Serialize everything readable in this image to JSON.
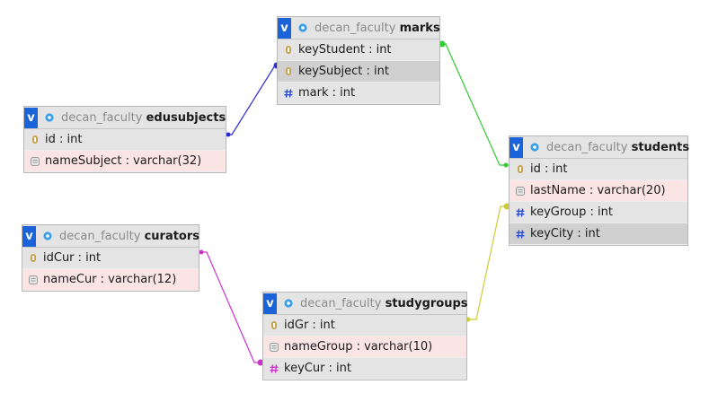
{
  "tables": [
    {
      "database": "decan_faculty",
      "name": "marks",
      "collapse_label": "v",
      "columns": [
        {
          "text": "keyStudent : int",
          "icon": "key-icon"
        },
        {
          "text": "keySubject : int",
          "icon": "key-icon"
        },
        {
          "text": "mark : int",
          "icon": "hash-icon"
        }
      ]
    },
    {
      "database": "decan_faculty",
      "name": "edusubjects",
      "collapse_label": "v",
      "columns": [
        {
          "text": "id : int",
          "icon": "key-icon"
        },
        {
          "text": "nameSubject : varchar(32)",
          "icon": "text-icon"
        }
      ]
    },
    {
      "database": "decan_faculty",
      "name": "students",
      "collapse_label": "v",
      "columns": [
        {
          "text": "id : int",
          "icon": "key-icon"
        },
        {
          "text": "lastName : varchar(20)",
          "icon": "text-icon"
        },
        {
          "text": "keyGroup : int",
          "icon": "hash-icon"
        },
        {
          "text": "keyCity : int",
          "icon": "hash-icon"
        }
      ]
    },
    {
      "database": "decan_faculty",
      "name": "curators",
      "collapse_label": "v",
      "columns": [
        {
          "text": "idCur : int",
          "icon": "key-icon"
        },
        {
          "text": "nameCur : varchar(12)",
          "icon": "text-icon"
        }
      ]
    },
    {
      "database": "decan_faculty",
      "name": "studygroups",
      "collapse_label": "v",
      "columns": [
        {
          "text": "idGr : int",
          "icon": "key-icon"
        },
        {
          "text": "nameGroup : varchar(10)",
          "icon": "text-icon"
        },
        {
          "text": "keyCur : int",
          "icon": "hash-icon"
        }
      ]
    }
  ],
  "relations": [
    {
      "from": "marks.keySubject",
      "to": "edusubjects.id",
      "color": "#2b2bd0"
    },
    {
      "from": "marks.keyStudent",
      "to": "students.id",
      "color": "#33cc33"
    },
    {
      "from": "students.keyGroup",
      "to": "studygroups.idGr",
      "color": "#cccc33"
    },
    {
      "from": "studygroups.keyCur",
      "to": "curators.idCur",
      "color": "#cc33cc"
    }
  ],
  "colors": {
    "header_button": "#1a63d8",
    "gear": "#3aa0ea",
    "key": "#c8a24a",
    "hash": "#2b4fd6",
    "text_icon": "#9a9a9a"
  }
}
